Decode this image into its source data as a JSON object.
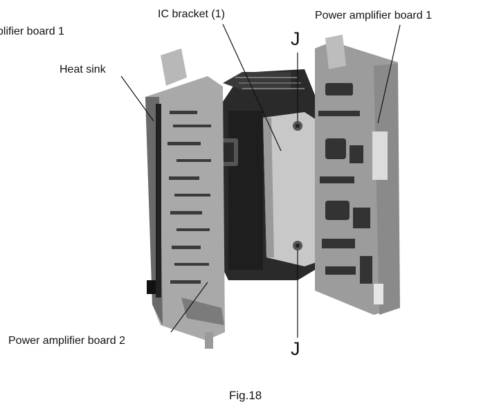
{
  "figure": {
    "caption": "Fig.18",
    "labels": {
      "left_cut": "plifier board 1",
      "heat_sink": "Heat sink",
      "ic_bracket": "IC bracket (1)",
      "power_amp_board_1": "Power amplifier board 1",
      "power_amp_board_2": "Power amplifier board 2",
      "j_top": "J",
      "j_bottom": "J"
    }
  }
}
